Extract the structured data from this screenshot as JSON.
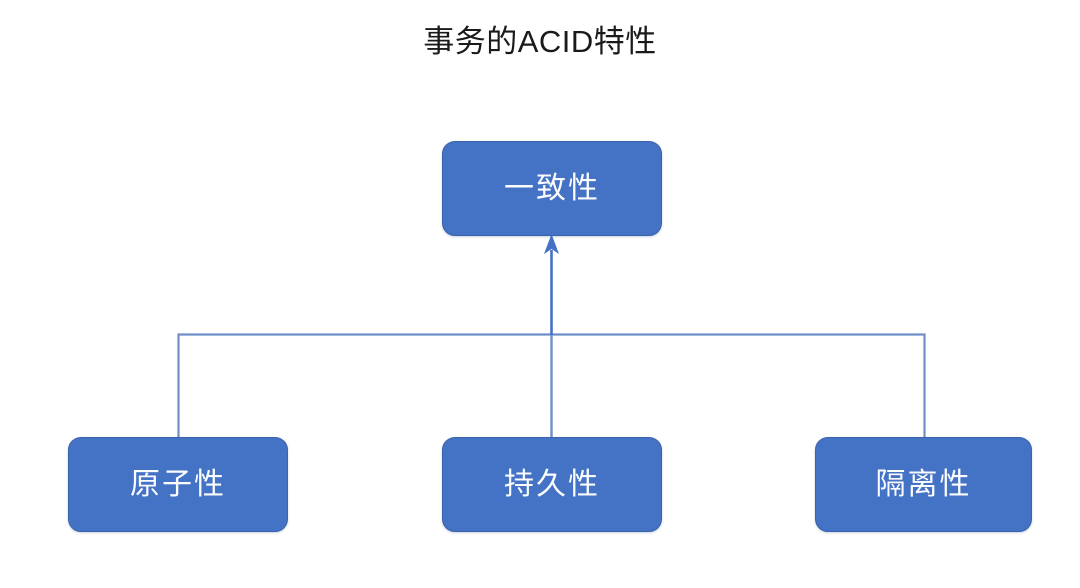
{
  "title": "事务的ACID特性",
  "colors": {
    "node_fill": "#4472C4",
    "node_border": "#3B63AC",
    "node_text": "#FAFCFE",
    "connector": "#6E8FC7",
    "arrow": "#4472C4",
    "title_text": "#1a1a1a",
    "background": "#ffffff"
  },
  "diagram": {
    "type": "tree",
    "orientation": "bottom-up",
    "root": {
      "id": "consistency",
      "label": "一致性"
    },
    "children": [
      {
        "id": "atomicity",
        "label": "原子性"
      },
      {
        "id": "durability",
        "label": "持久性"
      },
      {
        "id": "isolation",
        "label": "隔离性"
      }
    ],
    "edges": [
      {
        "from": "atomicity",
        "to": "consistency",
        "arrowhead": "none"
      },
      {
        "from": "durability",
        "to": "consistency",
        "arrowhead": "arrow-up"
      },
      {
        "from": "isolation",
        "to": "consistency",
        "arrowhead": "none"
      }
    ]
  }
}
